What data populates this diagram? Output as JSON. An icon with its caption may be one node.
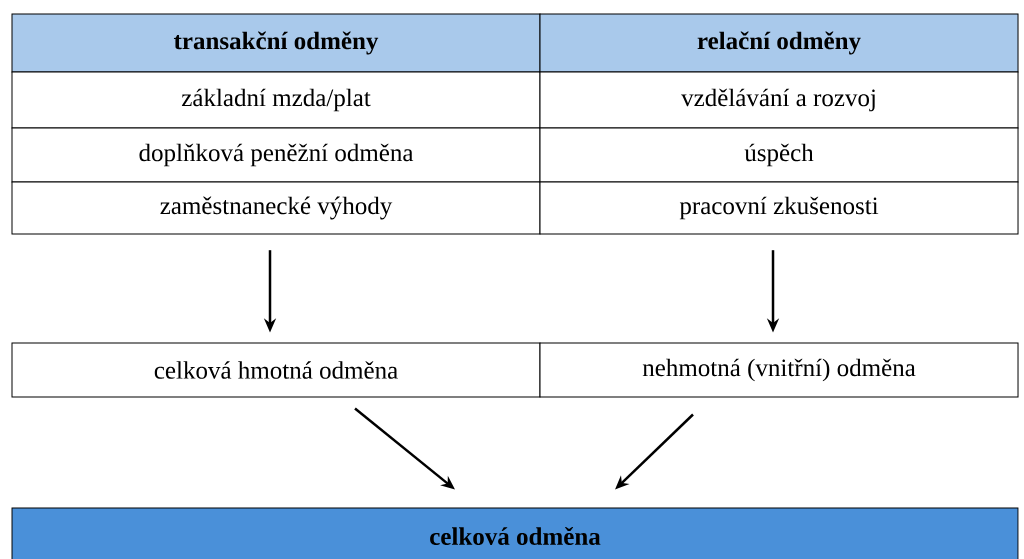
{
  "diagram": {
    "nodes": [
      {
        "text": [
          "transakční odměny",
          "základní mzda/plat",
          "doplňková peněžní odměna",
          "zaměstnanecké výhody"
        ]
      },
      {
        "text": [
          "relační odměny",
          "vzdělávání a rozvoj",
          "úspěch",
          "pracovní zkušenosti"
        ]
      },
      {
        "text": [
          "celková hmotná odměna"
        ]
      },
      {
        "text": [
          "nehmotná (vnitřní) odměna"
        ]
      },
      {
        "text": [
          "celková odměna"
        ]
      }
    ],
    "edges": [
      {
        "from": 0,
        "to": 2,
        "arrow": "to"
      },
      {
        "from": 1,
        "to": 3,
        "arrow": "to"
      },
      {
        "from": 2,
        "to": 4,
        "arrow": "to"
      },
      {
        "from": 3,
        "to": 4,
        "arrow": "to"
      }
    ]
  }
}
